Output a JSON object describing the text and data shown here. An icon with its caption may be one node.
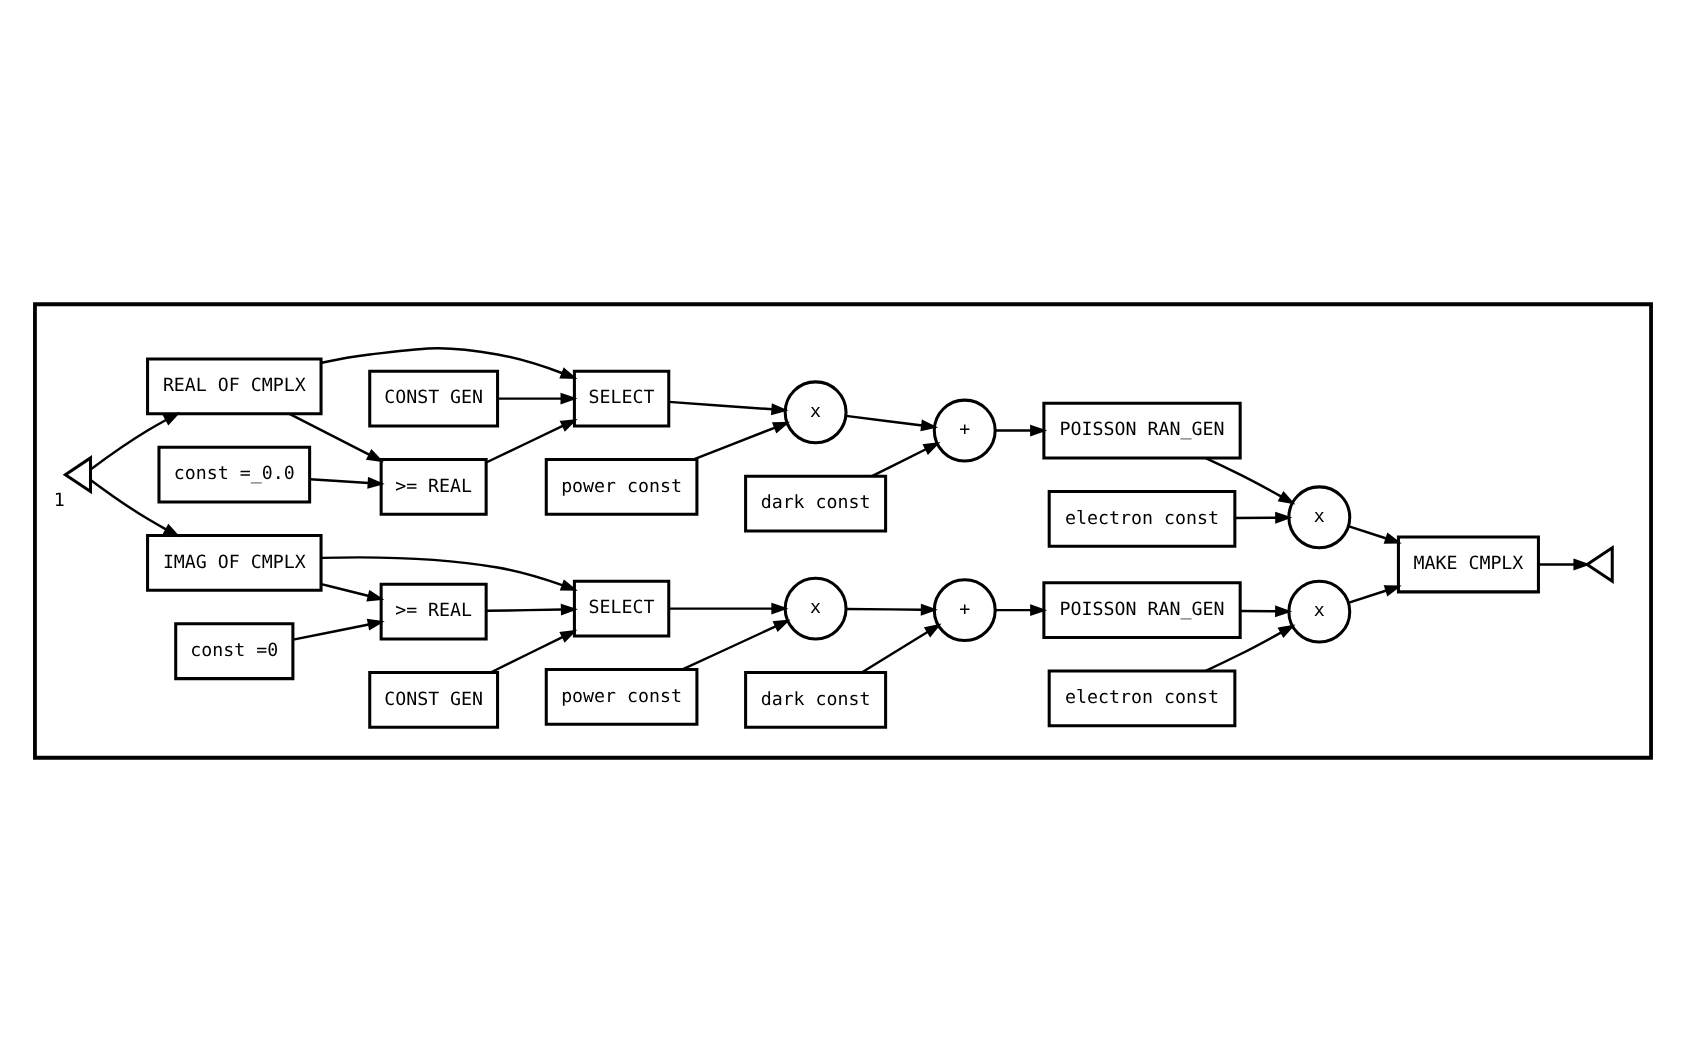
{
  "diagram": {
    "nodes": [
      {
        "text": [],
        "shape": "box"
      },
      {
        "text": [],
        "shape": "triangle",
        "beside": [
          "1"
        ],
        "in": 0
      },
      {
        "text": [
          "CONST GEN"
        ],
        "in": 0
      },
      {
        "text": [
          "REAL OF CMPLX"
        ],
        "in": 0
      },
      {
        "text": [
          "SELECT"
        ],
        "in": 0
      },
      {
        "text": [
          ">= REAL"
        ],
        "in": 0
      },
      {
        "text": [
          "const =_0.0"
        ],
        "in": 0
      },
      {
        "text": [
          "x"
        ],
        "in": 0
      },
      {
        "text": [
          "power const"
        ],
        "in": 0
      },
      {
        "text": [
          "+"
        ],
        "in": 0
      },
      {
        "text": [
          "dark const"
        ],
        "in": 0
      },
      {
        "text": [
          "POISSON RAN_GEN"
        ],
        "in": 0
      },
      {
        "text": [
          "x"
        ],
        "in": 0
      },
      {
        "text": [
          "electron const"
        ],
        "in": 0
      },
      {
        "text": [
          "MAKE CMPLX"
        ],
        "in": 0
      },
      {
        "text": [],
        "shape": "triangle",
        "in": 0
      },
      {
        "text": [
          "IMAG OF CMPLX"
        ],
        "in": 0
      },
      {
        "text": [
          "CONST GEN"
        ],
        "in": 0
      },
      {
        "text": [
          "SELECT"
        ],
        "in": 0
      },
      {
        "text": [
          ">= REAL"
        ],
        "in": 0
      },
      {
        "text": [
          "const =0"
        ],
        "in": 0
      },
      {
        "text": [
          "x"
        ],
        "in": 0
      },
      {
        "text": [
          "power const"
        ],
        "in": 0
      },
      {
        "text": [
          "+"
        ],
        "in": 0
      },
      {
        "text": [
          "dark const"
        ],
        "in": 0
      },
      {
        "text": [
          "POISSON RAN_GEN"
        ],
        "in": 0
      },
      {
        "text": [
          "x"
        ],
        "in": 0
      },
      {
        "text": [
          "electron const"
        ],
        "in": 0
      }
    ],
    "edges": [
      {
        "from": 1,
        "to": 3,
        "arrow": "to"
      },
      {
        "from": 1,
        "to": 16,
        "arrow": "to"
      },
      {
        "from": 3,
        "to": 4,
        "arrow": "to"
      },
      {
        "from": 3,
        "to": 5,
        "arrow": "to"
      },
      {
        "from": 2,
        "to": 4,
        "arrow": "to"
      },
      {
        "from": 6,
        "to": 5,
        "arrow": "to"
      },
      {
        "from": 5,
        "to": 4,
        "arrow": "to"
      },
      {
        "from": 4,
        "to": 7,
        "arrow": "to"
      },
      {
        "from": 8,
        "to": 7,
        "arrow": "to"
      },
      {
        "from": 7,
        "to": 9,
        "arrow": "to"
      },
      {
        "from": 10,
        "to": 9,
        "arrow": "to"
      },
      {
        "from": 9,
        "to": 11,
        "arrow": "to"
      },
      {
        "from": 11,
        "to": 12,
        "arrow": "to"
      },
      {
        "from": 13,
        "to": 12,
        "arrow": "to"
      },
      {
        "from": 12,
        "to": 14,
        "arrow": "to"
      },
      {
        "from": 16,
        "to": 18,
        "arrow": "to"
      },
      {
        "from": 16,
        "to": 19,
        "arrow": "to"
      },
      {
        "from": 17,
        "to": 18,
        "arrow": "to"
      },
      {
        "from": 20,
        "to": 19,
        "arrow": "to"
      },
      {
        "from": 19,
        "to": 18,
        "arrow": "to"
      },
      {
        "from": 18,
        "to": 21,
        "arrow": "to"
      },
      {
        "from": 22,
        "to": 21,
        "arrow": "to"
      },
      {
        "from": 21,
        "to": 23,
        "arrow": "to"
      },
      {
        "from": 24,
        "to": 23,
        "arrow": "to"
      },
      {
        "from": 23,
        "to": 25,
        "arrow": "to"
      },
      {
        "from": 25,
        "to": 26,
        "arrow": "to"
      },
      {
        "from": 27,
        "to": 26,
        "arrow": "to"
      },
      {
        "from": 26,
        "to": 14,
        "arrow": "to"
      },
      {
        "from": 14,
        "to": 15,
        "arrow": "to"
      }
    ]
  }
}
